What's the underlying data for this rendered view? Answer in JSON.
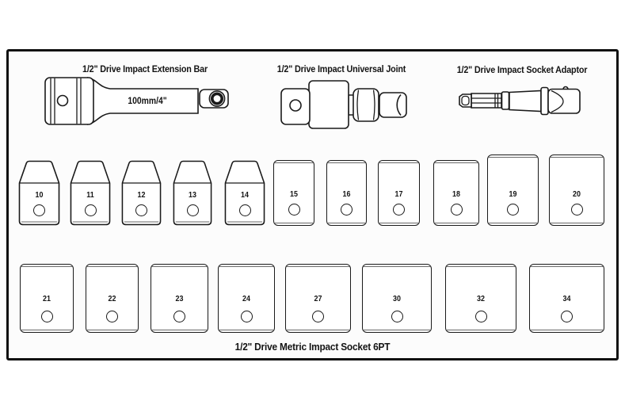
{
  "panel": {
    "tools": {
      "extension_bar": {
        "label": "1/2\" Drive Impact Extension Bar",
        "marking": "100mm/4\""
      },
      "universal_joint": {
        "label": "1/2\" Drive Impact Universal Joint"
      },
      "socket_adaptor": {
        "label": "1/2\" Drive Impact Socket Adaptor"
      }
    },
    "socket_rows": [
      {
        "name": "top",
        "sizes": [
          "10",
          "11",
          "12",
          "13",
          "14",
          "15",
          "16",
          "17",
          "18",
          "19",
          "20"
        ]
      },
      {
        "name": "bottom",
        "sizes": [
          "21",
          "22",
          "23",
          "24",
          "27",
          "30",
          "32",
          "34"
        ]
      }
    ],
    "caption": "1/2\" Drive Metric Impact Socket 6PT",
    "colors": {
      "outline": "#1a1a1a",
      "panel_border": "#111111",
      "background": "#ffffff"
    }
  }
}
